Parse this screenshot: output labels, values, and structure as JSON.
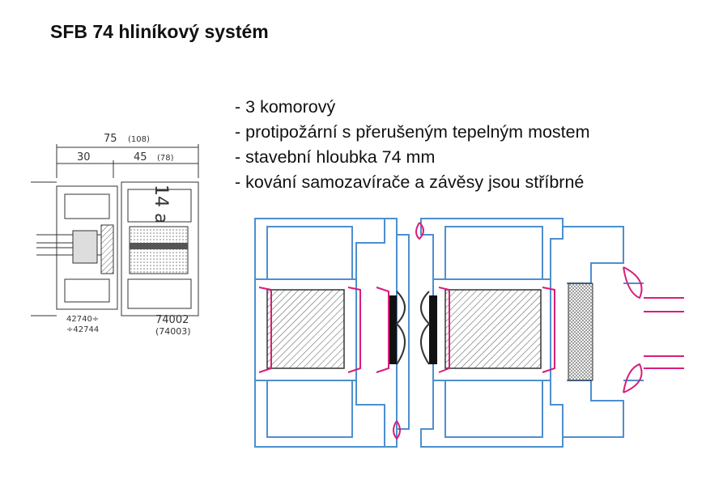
{
  "title": "SFB 74 hliníkový systém",
  "features": [
    "- 3 komorový",
    "- protipožární s přerušeným tepelným mostem",
    "- stavební hloubka 74 mm",
    "- kování samozavírače a závěsy jsou stříbrné"
  ],
  "section_drawing": {
    "dim_total": "75",
    "dim_total_alt": "(108)",
    "dim_left": "30",
    "dim_right": "45",
    "dim_right_alt": "(78)",
    "rotated_label": "14 a",
    "profile_left_1": "42740÷",
    "profile_left_2": "÷42744",
    "profile_right_1": "74002",
    "profile_right_2": "(74003)"
  },
  "colors": {
    "profile_outline": "#4d8fd0",
    "gasket": "#d81e78",
    "insulation_hatch": "#555555",
    "drawing_ink": "#333333"
  }
}
